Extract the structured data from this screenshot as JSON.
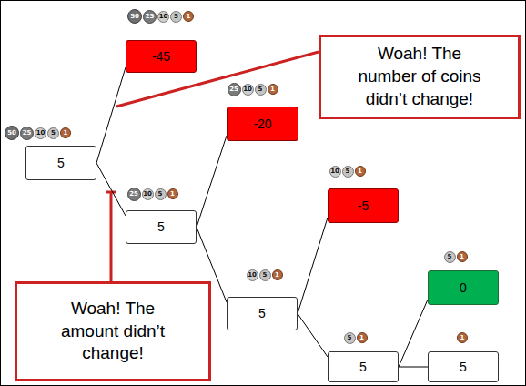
{
  "diagram": {
    "nodes": [
      {
        "text": [
          "5"
        ]
      },
      {
        "text": [
          "-45"
        ]
      },
      {
        "text": [
          "5"
        ]
      },
      {
        "text": [
          "-20"
        ]
      },
      {
        "text": [
          "5"
        ]
      },
      {
        "text": [
          "-5"
        ]
      },
      {
        "text": [
          "0"
        ]
      },
      {
        "text": [
          "5"
        ]
      },
      {
        "text": [
          "5"
        ]
      },
      {
        "text": [
          "Woah! The number of coins didn’t change!"
        ]
      },
      {
        "text": [
          "Woah! The amount didn’t change!"
        ]
      }
    ],
    "edges": [
      {
        "from": 0,
        "to": 1,
        "arrow": "none"
      },
      {
        "from": 0,
        "to": 2,
        "arrow": "none"
      },
      {
        "from": 2,
        "to": 3,
        "arrow": "none"
      },
      {
        "from": 2,
        "to": 4,
        "arrow": "none"
      },
      {
        "from": 4,
        "to": 5,
        "arrow": "none"
      },
      {
        "from": 4,
        "to": 7,
        "arrow": "none"
      },
      {
        "from": 7,
        "to": 6,
        "arrow": "none"
      },
      {
        "from": 7,
        "to": 8,
        "arrow": "none"
      }
    ],
    "labels": [
      "50",
      "25",
      "10",
      "5",
      "1",
      "50",
      "25",
      "10",
      "5",
      "1",
      "25",
      "10",
      "5",
      "1",
      "25",
      "10",
      "5",
      "1",
      "10",
      "5",
      "1",
      "10",
      "5",
      "1",
      "5",
      "1",
      "5",
      "1",
      "1"
    ]
  }
}
